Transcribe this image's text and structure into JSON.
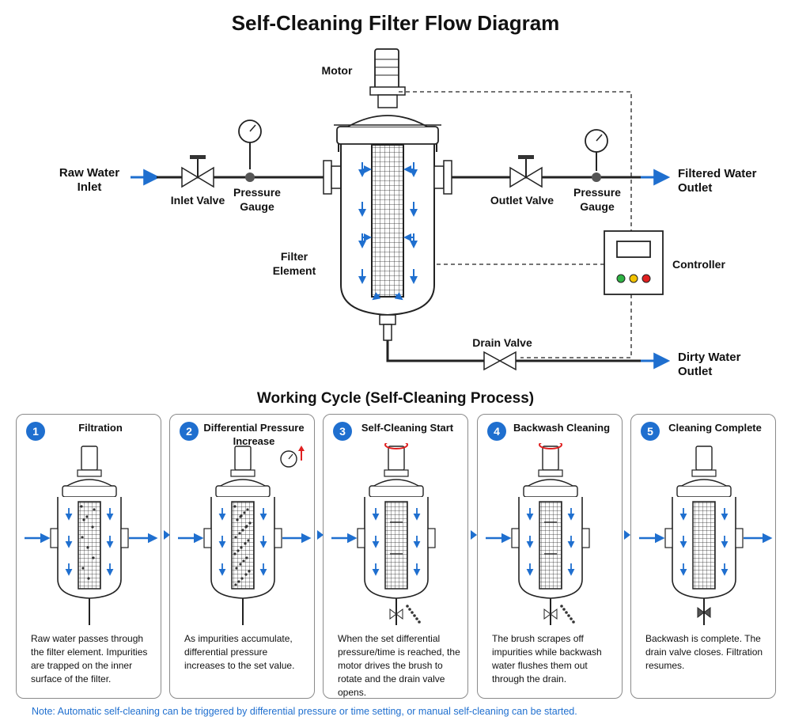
{
  "title": "Self-Cleaning Filter Flow Diagram",
  "labels": {
    "motor": "Motor",
    "raw_water_inlet": "Raw Water Inlet",
    "inlet_valve": "Inlet Valve",
    "pressure_gauge_left": "Pressure Gauge",
    "pressure_gauge_right": "Pressure Gauge",
    "outlet_valve": "Outlet Valve",
    "filtered_water_outlet": "Filtered Water Outlet",
    "filter_element": "Filter Element",
    "controller": "Controller",
    "drain_valve": "Drain Valve",
    "dirty_water_outlet": "Dirty Water Outlet"
  },
  "working_cycle_title": "Working Cycle (Self-Cleaning Process)",
  "steps": [
    {
      "number": "1",
      "title": "Filtration",
      "description": "Raw water passes through the filter element. Impurities are trapped on the inner surface of the filter."
    },
    {
      "number": "2",
      "title": "Differential Pressure Increase",
      "description": "As impurities accumulate, differential pressure increases to the set value."
    },
    {
      "number": "3",
      "title": "Self-Cleaning Start",
      "description": "When the set differential pressure/time is reached, the motor drives the brush to rotate and the drain valve opens."
    },
    {
      "number": "4",
      "title": "Backwash Cleaning",
      "description": "The brush scrapes off impurities while backwash water flushes them out through the drain."
    },
    {
      "number": "5",
      "title": "Cleaning Complete",
      "description": "Backwash is complete. The drain valve closes. Filtration resumes."
    }
  ],
  "note": "Note: Automatic self-cleaning can be triggered by differential pressure or time setting, or manual self-cleaning can be started.",
  "colors": {
    "flow_arrow": "#1f6fcf",
    "controller_lights": [
      "#2fb344",
      "#f2c200",
      "#e02020"
    ],
    "pipe": "#222222"
  }
}
